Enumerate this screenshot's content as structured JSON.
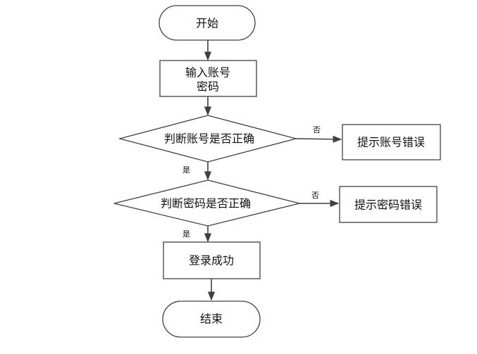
{
  "diagram": {
    "nodes": {
      "start": "开始",
      "input_line1": "输入账号",
      "input_line2": "密码",
      "check_account": "判断账号是否正确",
      "account_error": "提示账号错误",
      "check_password": "判断密码是否正确",
      "password_error": "提示密码错误",
      "login_success": "登录成功",
      "end": "结束"
    },
    "edge_labels": {
      "account_no": "否",
      "account_yes": "是",
      "password_no": "否",
      "password_yes": "是"
    }
  }
}
